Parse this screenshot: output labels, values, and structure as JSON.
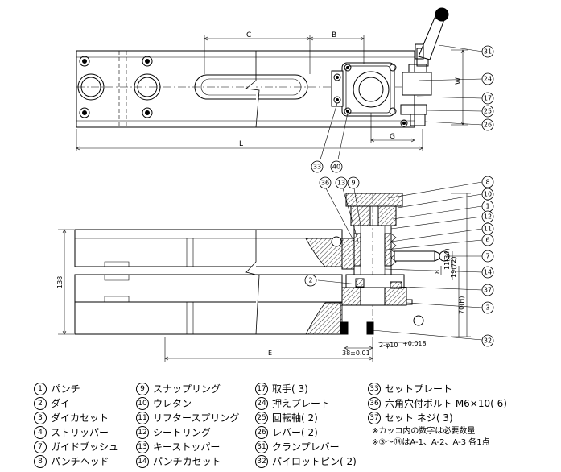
{
  "dimensions": {
    "C": "C",
    "B": "B",
    "W": "W",
    "L": "L",
    "G": "G",
    "E": "E",
    "h138": "138",
    "h70": "70(H)",
    "h1134": "11(34)",
    "h1972": "19(72)",
    "h8": "8",
    "hole": "2-φ10",
    "hole_tol": "+0.018",
    "bottom": "38±0.01"
  },
  "callouts_top": [
    "31",
    "24",
    "17",
    "25",
    "26",
    "33",
    "40"
  ],
  "callouts_bottom": [
    "36",
    "13",
    "9",
    "8",
    "10",
    "1",
    "12",
    "11",
    "6",
    "7",
    "14",
    "2",
    "37",
    "3",
    "32"
  ],
  "legend": {
    "col1": [
      {
        "num": "1",
        "text": "パンチ"
      },
      {
        "num": "2",
        "text": "ダイ"
      },
      {
        "num": "3",
        "text": "ダイカセット"
      },
      {
        "num": "4",
        "text": "ストリッパー"
      },
      {
        "num": "7",
        "text": "ガイドブッシュ"
      },
      {
        "num": "8",
        "text": "パンチヘッド"
      }
    ],
    "col2": [
      {
        "num": "9",
        "text": "スナップリング"
      },
      {
        "num": "10",
        "text": "ウレタン"
      },
      {
        "num": "11",
        "text": "リフタースプリング"
      },
      {
        "num": "12",
        "text": "シートリング"
      },
      {
        "num": "13",
        "text": "キーストッパー"
      },
      {
        "num": "14",
        "text": "パンチカセット"
      }
    ],
    "col3": [
      {
        "num": "17",
        "text": "取手( 3)"
      },
      {
        "num": "24",
        "text": "押えプレート"
      },
      {
        "num": "25",
        "text": "回転軸( 2)"
      },
      {
        "num": "26",
        "text": "レバー( 2)"
      },
      {
        "num": "31",
        "text": "クランプレバー"
      },
      {
        "num": "32",
        "text": "パイロットピン( 2)"
      }
    ],
    "col4": [
      {
        "num": "33",
        "text": "セットプレート"
      },
      {
        "num": "36",
        "text": "六角穴付ボルト M6×10( 6)"
      },
      {
        "num": "37",
        "text": "セット ネジ( 3)"
      }
    ],
    "notes": [
      "※カッコ内の数字は必要数量",
      "※③～⑭はA-1、A-2、A-3 各1点"
    ]
  }
}
